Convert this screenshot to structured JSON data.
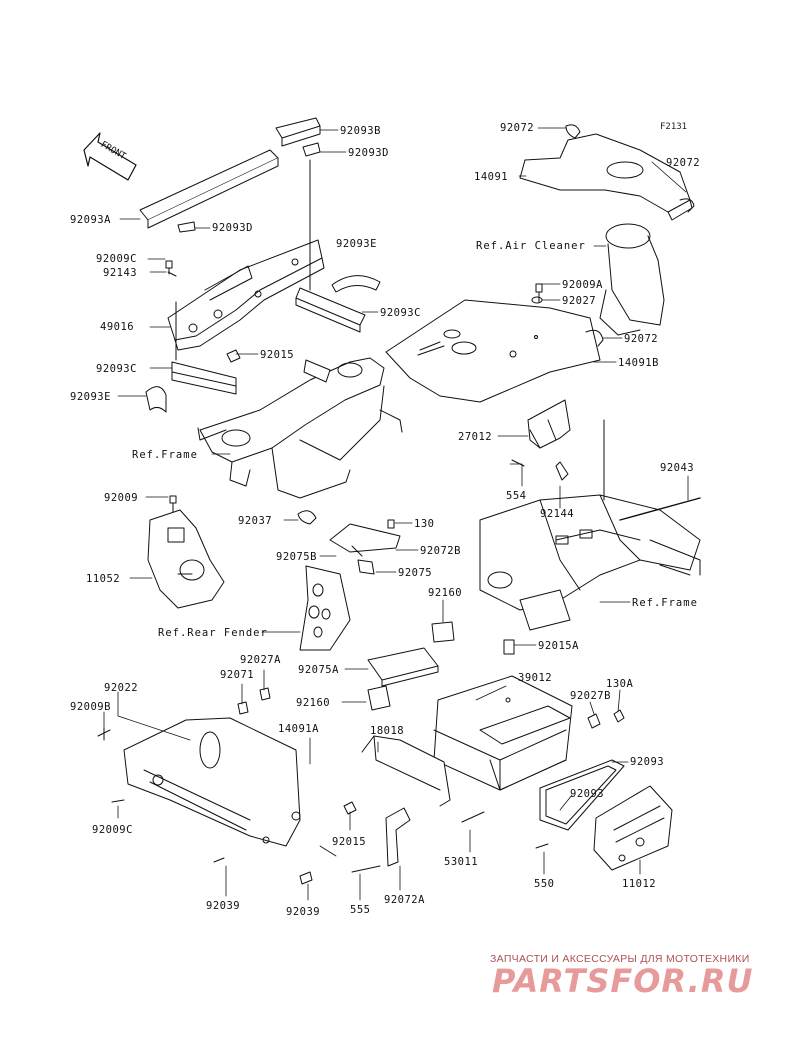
{
  "figure_code": "F2131",
  "front_tag": "FRONT",
  "watermark": {
    "subtitle": "ЗАПЧАСТИ И АКСЕССУАРЫ ДЛЯ МОТОТЕХНИКИ",
    "logo": "PARTSFOR.RU"
  },
  "labels": [
    {
      "id": "92093B",
      "text": "92093B"
    },
    {
      "id": "92093D-top",
      "text": "92093D"
    },
    {
      "id": "92093A",
      "text": "92093A"
    },
    {
      "id": "92093D-mid",
      "text": "92093D"
    },
    {
      "id": "92009C-top",
      "text": "92009C"
    },
    {
      "id": "92143",
      "text": "92143"
    },
    {
      "id": "92093E-top",
      "text": "92093E"
    },
    {
      "id": "92093C-right",
      "text": "92093C"
    },
    {
      "id": "49016",
      "text": "49016"
    },
    {
      "id": "92015-top",
      "text": "92015"
    },
    {
      "id": "92093C-left",
      "text": "92093C"
    },
    {
      "id": "92093E-left",
      "text": "92093E"
    },
    {
      "id": "ref-frame-1",
      "text": "Ref.Frame"
    },
    {
      "id": "92072-top",
      "text": "92072"
    },
    {
      "id": "92072-right",
      "text": "92072"
    },
    {
      "id": "14091",
      "text": "14091"
    },
    {
      "id": "ref-air-cleaner",
      "text": "Ref.Air Cleaner"
    },
    {
      "id": "92009A",
      "text": "92009A"
    },
    {
      "id": "92027",
      "text": "92027"
    },
    {
      "id": "92072-mid",
      "text": "92072"
    },
    {
      "id": "14091B",
      "text": "14091B"
    },
    {
      "id": "27012",
      "text": "27012"
    },
    {
      "id": "554",
      "text": "554"
    },
    {
      "id": "92144",
      "text": "92144"
    },
    {
      "id": "92043",
      "text": "92043"
    },
    {
      "id": "ref-frame-2",
      "text": "Ref.Frame"
    },
    {
      "id": "92009",
      "text": "92009"
    },
    {
      "id": "11052",
      "text": "11052"
    },
    {
      "id": "92037",
      "text": "92037"
    },
    {
      "id": "130",
      "text": "130"
    },
    {
      "id": "92072B",
      "text": "92072B"
    },
    {
      "id": "92075B",
      "text": "92075B"
    },
    {
      "id": "92075",
      "text": "92075"
    },
    {
      "id": "ref-rear-fender",
      "text": "Ref.Rear Fender"
    },
    {
      "id": "92160-top",
      "text": "92160"
    },
    {
      "id": "92075A",
      "text": "92075A"
    },
    {
      "id": "92015A",
      "text": "92015A"
    },
    {
      "id": "92027A",
      "text": "92027A"
    },
    {
      "id": "92071",
      "text": "92071"
    },
    {
      "id": "92022",
      "text": "92022"
    },
    {
      "id": "92009B",
      "text": "92009B"
    },
    {
      "id": "14091A",
      "text": "14091A"
    },
    {
      "id": "92160-mid",
      "text": "92160"
    },
    {
      "id": "39012",
      "text": "39012"
    },
    {
      "id": "92027B",
      "text": "92027B"
    },
    {
      "id": "130A",
      "text": "130A"
    },
    {
      "id": "18018",
      "text": "18018"
    },
    {
      "id": "92093-right",
      "text": "92093"
    },
    {
      "id": "92093-mid",
      "text": "92093"
    },
    {
      "id": "92009C-bottom",
      "text": "92009C"
    },
    {
      "id": "92015-bottom",
      "text": "92015"
    },
    {
      "id": "53011",
      "text": "53011"
    },
    {
      "id": "550",
      "text": "550"
    },
    {
      "id": "11012",
      "text": "11012"
    },
    {
      "id": "92039-left",
      "text": "92039"
    },
    {
      "id": "92039-right",
      "text": "92039"
    },
    {
      "id": "555",
      "text": "555"
    },
    {
      "id": "92072A",
      "text": "92072A"
    }
  ]
}
